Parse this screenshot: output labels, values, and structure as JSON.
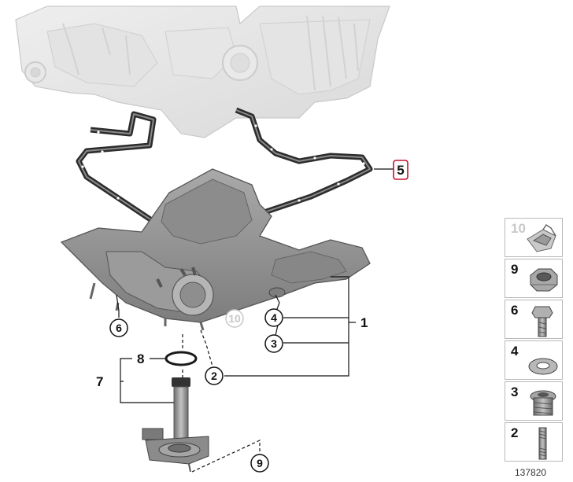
{
  "callouts": {
    "c1": "1",
    "c2": "2",
    "c3": "3",
    "c4": "4",
    "c5": "5",
    "c6": "6",
    "c7": "7",
    "c8": "8",
    "c9": "9",
    "c10": "10"
  },
  "legend": {
    "items": [
      {
        "label": "10",
        "icon": "clip-icon",
        "dim": true
      },
      {
        "label": "9",
        "icon": "hex-nut-icon",
        "dim": false
      },
      {
        "label": "6",
        "icon": "hex-bolt-icon",
        "dim": false
      },
      {
        "label": "4",
        "icon": "washer-icon",
        "dim": false
      },
      {
        "label": "3",
        "icon": "drain-plug-icon",
        "dim": false
      },
      {
        "label": "2",
        "icon": "stud-icon",
        "dim": false
      }
    ]
  },
  "figure_id": "137820",
  "colors": {
    "highlight": "#c8102e",
    "line": "#111111",
    "dim": "#c8c8c8"
  }
}
